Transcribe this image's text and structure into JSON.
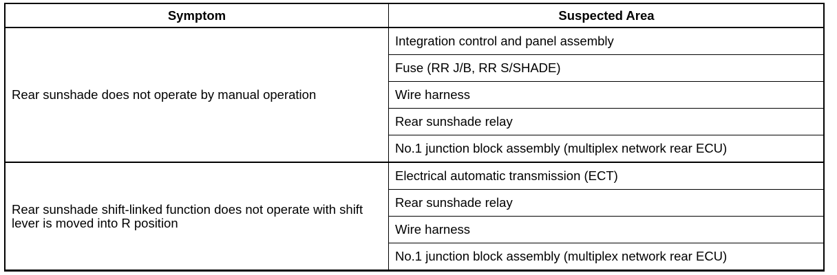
{
  "table": {
    "headers": {
      "symptom": "Symptom",
      "suspected_area": "Suspected Area"
    },
    "groups": [
      {
        "symptom": "Rear sunshade does not operate by manual operation",
        "areas": [
          "Integration control and panel assembly",
          "Fuse (RR J/B, RR S/SHADE)",
          "Wire harness",
          "Rear sunshade relay",
          "No.1 junction block assembly (multiplex network rear ECU)"
        ]
      },
      {
        "symptom": "Rear sunshade shift-linked function does not operate with shift lever is moved into R position",
        "areas": [
          "Electrical automatic transmission (ECT)",
          "Rear sunshade relay",
          "Wire harness",
          "No.1 junction block assembly (multiplex network rear ECU)"
        ]
      }
    ]
  }
}
